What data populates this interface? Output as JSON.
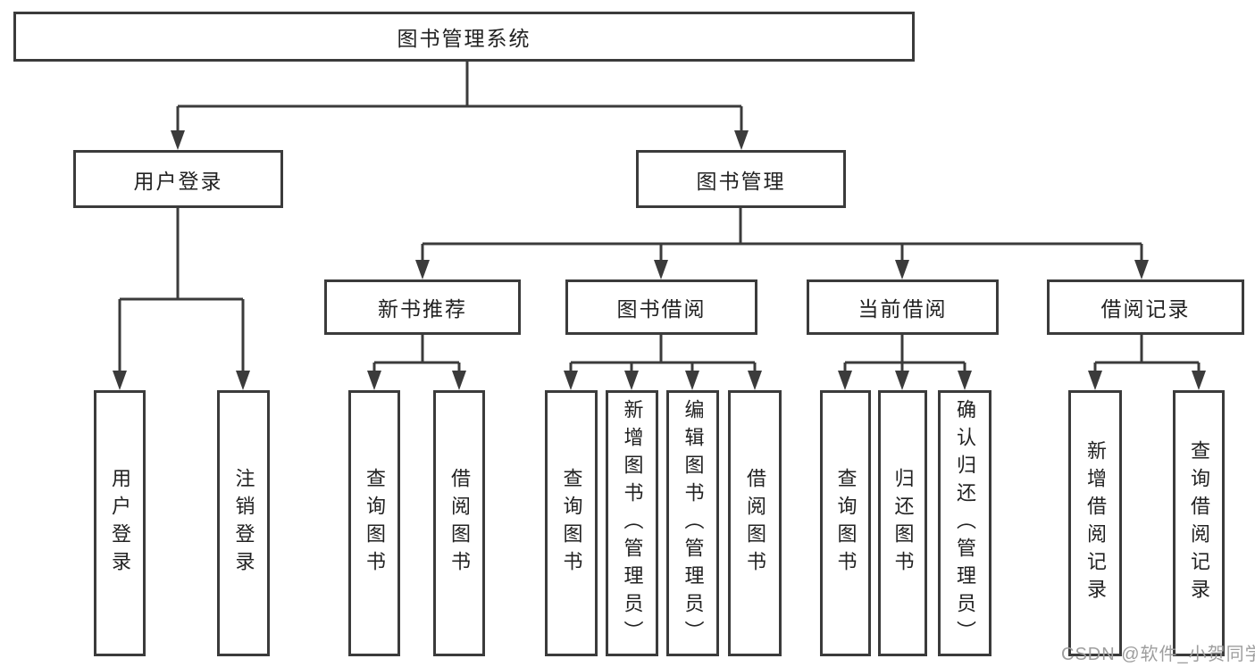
{
  "diagram": {
    "root": {
      "label": "图书管理系统"
    },
    "level1": [
      {
        "label": "用户登录",
        "children": [
          {
            "label": "用户登录"
          },
          {
            "label": "注销登录"
          }
        ]
      },
      {
        "label": "图书管理",
        "children": [
          {
            "label": "新书推荐",
            "children": [
              {
                "label": "查询图书"
              },
              {
                "label": "借阅图书"
              }
            ]
          },
          {
            "label": "图书借阅",
            "children": [
              {
                "label": "查询图书"
              },
              {
                "label": "新增图书（管理员）"
              },
              {
                "label": "编辑图书（管理员）"
              },
              {
                "label": "借阅图书"
              }
            ]
          },
          {
            "label": "当前借阅",
            "children": [
              {
                "label": "查询图书"
              },
              {
                "label": "归还图书"
              },
              {
                "label": "确认归还（管理员）"
              }
            ]
          },
          {
            "label": "借阅记录",
            "children": [
              {
                "label": "新增借阅记录"
              },
              {
                "label": "查询借阅记录"
              }
            ]
          }
        ]
      }
    ]
  },
  "watermark": {
    "text": "CSDN @软件_小贺同学"
  },
  "colors": {
    "line": "#3b3b3b",
    "text": "#222222",
    "watermark": "#9e9e9e",
    "background": "#ffffff"
  }
}
